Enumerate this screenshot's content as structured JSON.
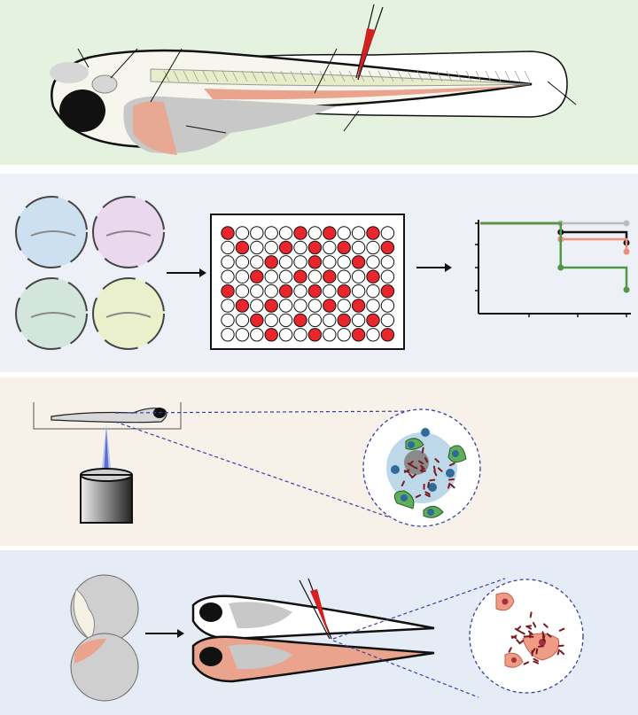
{
  "panels": [
    {
      "id": "anatomy",
      "background": "#e6f2e0"
    },
    {
      "id": "drug-screen",
      "background": "#eef0f8"
    },
    {
      "id": "imaging",
      "background": "#f8f1ea"
    },
    {
      "id": "xenograft",
      "background": "#e6ecf6"
    }
  ],
  "colors": {
    "outline": "#111111",
    "injection": "#d42020",
    "tissue_pink": "#eaa48e",
    "yolk_grey": "#c8c8c8",
    "well_hit": "#e8262c",
    "macrophage_blue": "#a7cbe0",
    "neutrophil_green": "#5fae5a",
    "bacteria": "#7a1a20",
    "objective_light": "#4a58c8"
  },
  "plate": {
    "rows": 8,
    "cols": 12,
    "hits": [
      [
        0,
        0
      ],
      [
        0,
        5
      ],
      [
        0,
        7
      ],
      [
        0,
        10
      ],
      [
        1,
        1
      ],
      [
        1,
        4
      ],
      [
        1,
        6
      ],
      [
        1,
        8
      ],
      [
        1,
        11
      ],
      [
        2,
        3
      ],
      [
        2,
        6
      ],
      [
        2,
        9
      ],
      [
        3,
        2
      ],
      [
        3,
        5
      ],
      [
        3,
        7
      ],
      [
        3,
        10
      ],
      [
        4,
        0
      ],
      [
        4,
        4
      ],
      [
        4,
        6
      ],
      [
        4,
        8
      ],
      [
        4,
        11
      ],
      [
        5,
        1
      ],
      [
        5,
        3
      ],
      [
        5,
        7
      ],
      [
        5,
        9
      ],
      [
        6,
        2
      ],
      [
        6,
        5
      ],
      [
        6,
        8
      ],
      [
        6,
        10
      ],
      [
        7,
        3
      ],
      [
        7,
        6
      ],
      [
        7,
        9
      ],
      [
        7,
        11
      ]
    ]
  },
  "survival_curves": [
    {
      "color": "#bdbdbd",
      "points": [
        [
          0,
          1.0
        ],
        [
          0.55,
          1.0
        ],
        [
          1.0,
          1.0
        ]
      ]
    },
    {
      "color": "#111111",
      "points": [
        [
          0,
          1.0
        ],
        [
          0.55,
          0.9
        ],
        [
          1.0,
          0.78
        ]
      ]
    },
    {
      "color": "#ef8c7a",
      "points": [
        [
          0,
          1.0
        ],
        [
          0.55,
          0.82
        ],
        [
          1.0,
          0.68
        ]
      ]
    },
    {
      "color": "#4e9a44",
      "points": [
        [
          0,
          1.0
        ],
        [
          0.55,
          0.5
        ],
        [
          1.0,
          0.25
        ]
      ]
    }
  ]
}
